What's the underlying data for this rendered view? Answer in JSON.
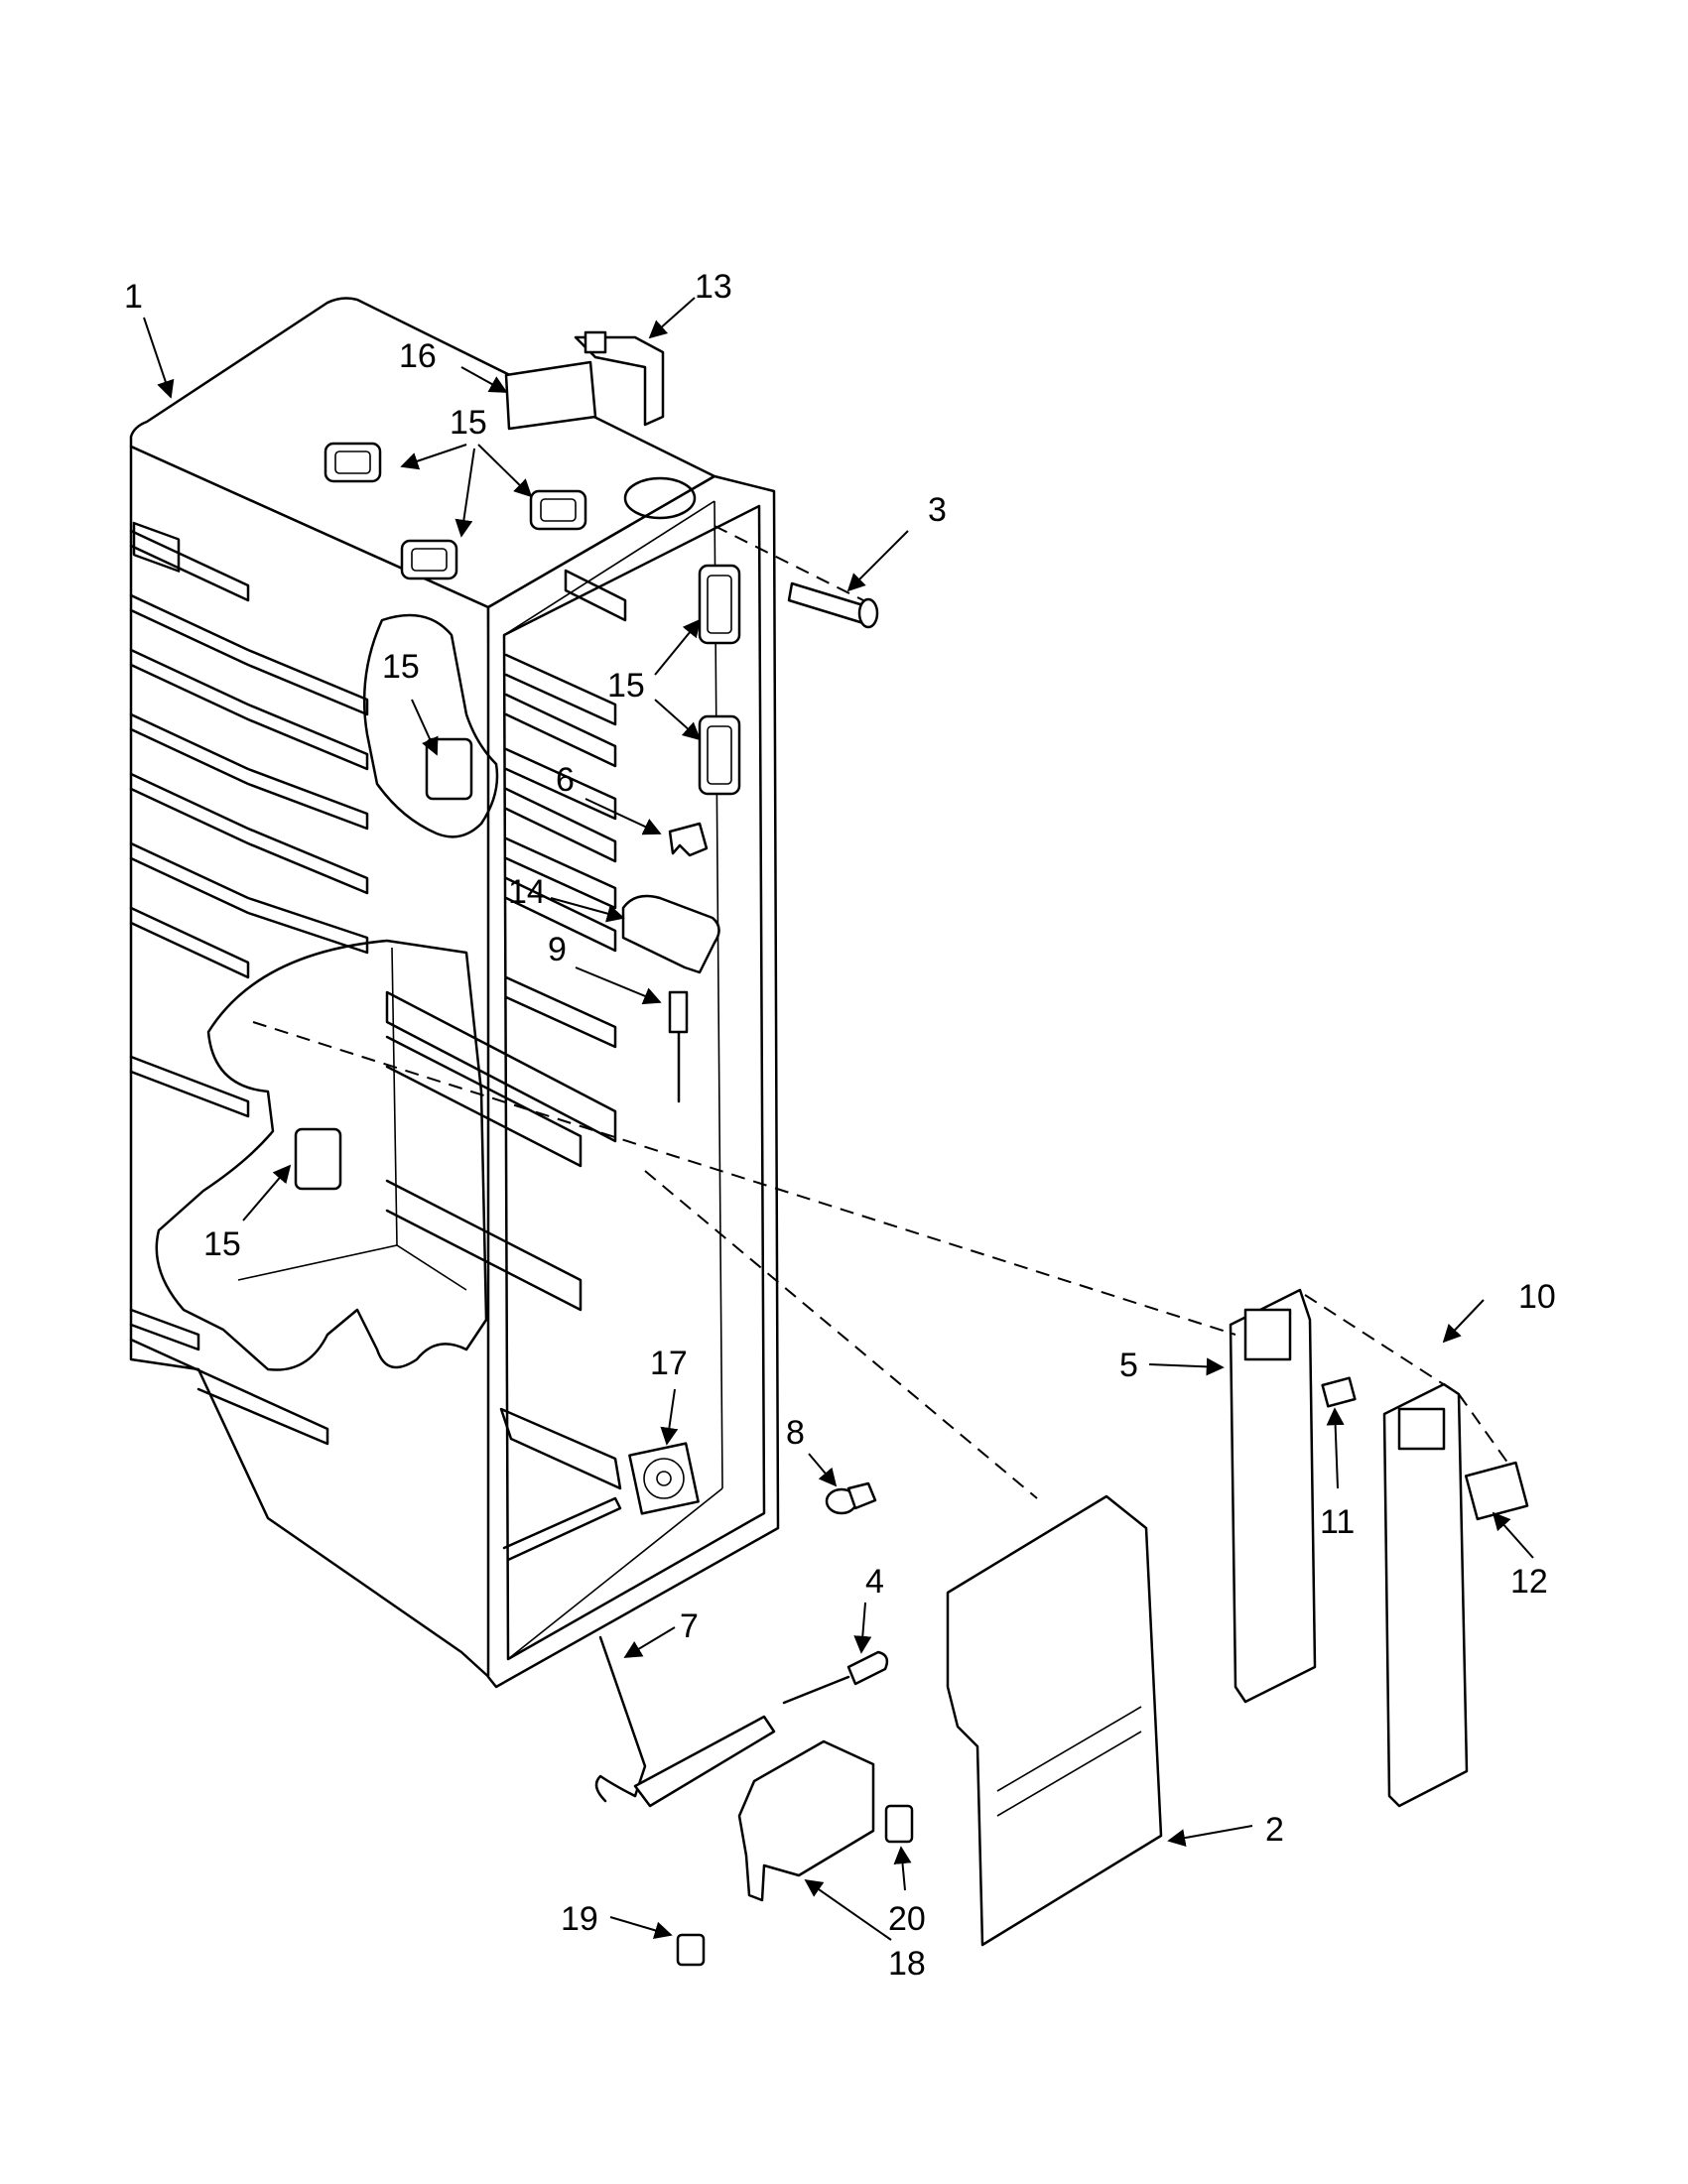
{
  "diagram": {
    "callouts": [
      {
        "id": "c1",
        "text": "1"
      },
      {
        "id": "c13",
        "text": "13"
      },
      {
        "id": "c16",
        "text": "16"
      },
      {
        "id": "c15a",
        "text": "15"
      },
      {
        "id": "c3",
        "text": "3"
      },
      {
        "id": "c15b",
        "text": "15"
      },
      {
        "id": "c15c",
        "text": "15"
      },
      {
        "id": "c6",
        "text": "6"
      },
      {
        "id": "c14",
        "text": "14"
      },
      {
        "id": "c9",
        "text": "9"
      },
      {
        "id": "c15d",
        "text": "15"
      },
      {
        "id": "c17",
        "text": "17"
      },
      {
        "id": "c8",
        "text": "8"
      },
      {
        "id": "c10",
        "text": "10"
      },
      {
        "id": "c5",
        "text": "5"
      },
      {
        "id": "c11",
        "text": "11"
      },
      {
        "id": "c12",
        "text": "12"
      },
      {
        "id": "c4",
        "text": "4"
      },
      {
        "id": "c7",
        "text": "7"
      },
      {
        "id": "c2",
        "text": "2"
      },
      {
        "id": "c19",
        "text": "19"
      },
      {
        "id": "c20",
        "text": "20"
      },
      {
        "id": "c18",
        "text": "18"
      }
    ]
  }
}
